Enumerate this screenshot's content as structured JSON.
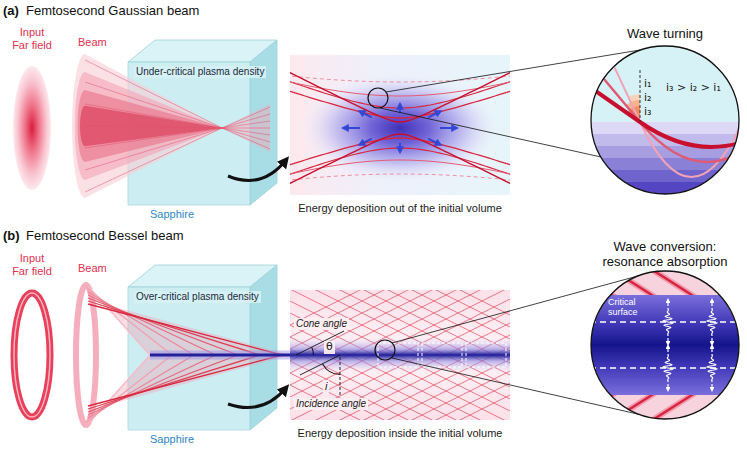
{
  "diagram": {
    "nodes": [
      {
        "text": [
          "Energy deposition out of the initial volume"
        ]
      },
      {
        "text": [
          "Wave turning",
          "i₁",
          "i₂",
          "i₃",
          "i₃ > i₂ > i₁"
        ]
      },
      {
        "text": [
          "Energy deposition inside the initial volume",
          "Cone angle",
          "θ",
          "Incidence angle",
          "i"
        ]
      },
      {
        "text": [
          "Wave conversion: resonance absorption",
          "Critical surface"
        ]
      }
    ],
    "labels": [
      "(a)",
      "Femtosecond Gaussian beam",
      "Input Far field",
      "Beam",
      "Under-critical plasma density",
      "Sapphire",
      "(b)",
      "Femtosecond Bessel beam",
      "Input Far field",
      "Beam",
      "Over-critical plasma density",
      "Sapphire"
    ]
  }
}
